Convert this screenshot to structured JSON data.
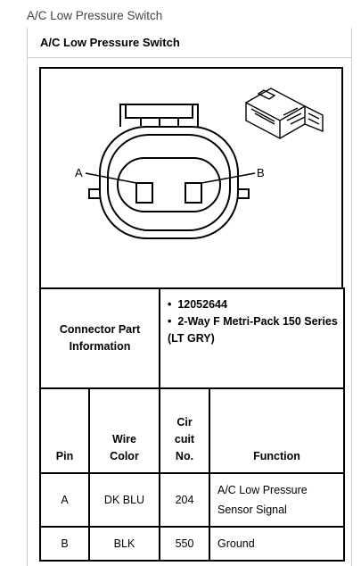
{
  "page_title": "A/C Low Pressure Switch",
  "box_title": "A/C Low Pressure Switch",
  "diagram": {
    "pin_a_label": "A",
    "pin_b_label": "B"
  },
  "connector_info": {
    "label": "Connector Part Information",
    "items": [
      "12052644",
      "2-Way F Metri-Pack 150 Series (LT GRY)"
    ]
  },
  "pin_table": {
    "headers": {
      "pin": "Pin",
      "wire_color": "Wire Color",
      "circuit": "Cir cuit No.",
      "function": "Function"
    },
    "rows": [
      {
        "pin": "A",
        "wire_color": "DK BLU",
        "circuit": "204",
        "function": "A/C Low Pressure Sensor Signal"
      },
      {
        "pin": "B",
        "wire_color": "BLK",
        "circuit": "550",
        "function": "Ground"
      }
    ]
  }
}
